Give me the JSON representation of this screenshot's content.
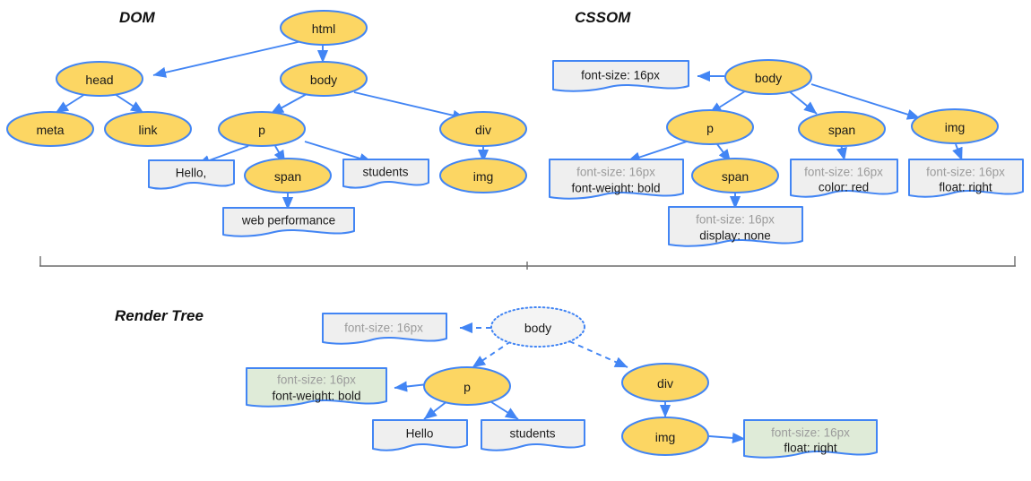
{
  "diagram": {
    "title_dom": "DOM",
    "title_cssom": "CSSOM",
    "title_render_tree": "Render Tree",
    "accent_border": "#4285F4",
    "node_fill": "#FCD663",
    "box_fill": "#EFEFEF",
    "box_fill_green": "#DFEBD8",
    "muted_text": "#9b9b9b"
  },
  "dom": {
    "nodes": {
      "html": "html",
      "head": "head",
      "body": "body",
      "meta": "meta",
      "link": "link",
      "p": "p",
      "div": "div",
      "span": "span",
      "img": "img"
    },
    "text_boxes": {
      "hello": "Hello,",
      "students": "students",
      "web_performance": "web performance"
    }
  },
  "cssom": {
    "nodes": {
      "body": "body",
      "p": "p",
      "span_child": "span",
      "span": "span",
      "img": "img"
    },
    "rules": {
      "body": {
        "line1": "font-size: 16px",
        "line2": ""
      },
      "p": {
        "line1": "font-size: 16px",
        "line2": "font-weight: bold"
      },
      "span_child": {
        "line1": "font-size: 16px",
        "line2": "display: none"
      },
      "span": {
        "line1": "font-size: 16px",
        "line2": "color: red"
      },
      "img": {
        "line1": "font-size: 16px",
        "line2": "float: right"
      }
    }
  },
  "render_tree": {
    "nodes": {
      "body": "body",
      "p": "p",
      "div": "div",
      "img": "img"
    },
    "text_boxes": {
      "hello": "Hello",
      "students": "students"
    },
    "rules": {
      "body": {
        "line1": "font-size: 16px",
        "line2": ""
      },
      "p": {
        "line1": "font-size: 16px",
        "line2": "font-weight: bold"
      },
      "img": {
        "line1": "font-size: 16px",
        "line2": "float: right"
      }
    }
  }
}
